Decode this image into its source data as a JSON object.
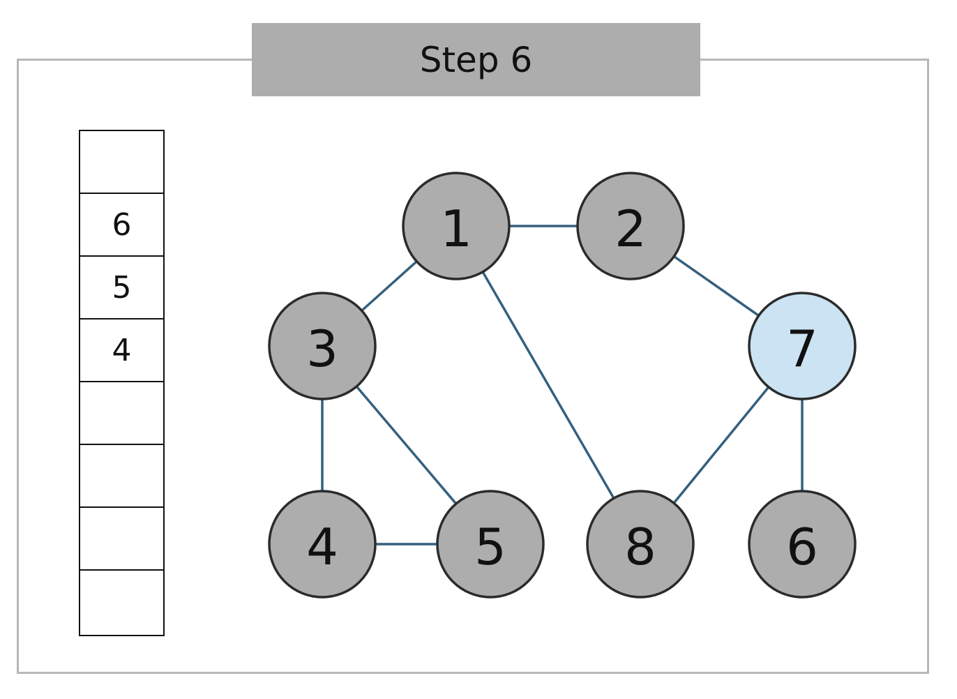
{
  "title": "Step 6",
  "stack": {
    "slots": [
      "",
      "6",
      "5",
      "4",
      "",
      "",
      "",
      ""
    ]
  },
  "graph": {
    "colors": {
      "node_fill": "#adadad",
      "node_highlight_fill": "#cbe3f2",
      "node_stroke": "#2b2b2b",
      "edge": "#35607e"
    },
    "nodes": [
      {
        "id": "1",
        "label": "1",
        "highlighted": false
      },
      {
        "id": "2",
        "label": "2",
        "highlighted": false
      },
      {
        "id": "3",
        "label": "3",
        "highlighted": false
      },
      {
        "id": "4",
        "label": "4",
        "highlighted": false
      },
      {
        "id": "5",
        "label": "5",
        "highlighted": false
      },
      {
        "id": "6",
        "label": "6",
        "highlighted": false
      },
      {
        "id": "7",
        "label": "7",
        "highlighted": true
      },
      {
        "id": "8",
        "label": "8",
        "highlighted": false
      }
    ],
    "edges": [
      [
        "1",
        "2"
      ],
      [
        "1",
        "3"
      ],
      [
        "1",
        "8"
      ],
      [
        "2",
        "7"
      ],
      [
        "3",
        "4"
      ],
      [
        "3",
        "5"
      ],
      [
        "4",
        "5"
      ],
      [
        "7",
        "8"
      ],
      [
        "7",
        "6"
      ]
    ]
  }
}
